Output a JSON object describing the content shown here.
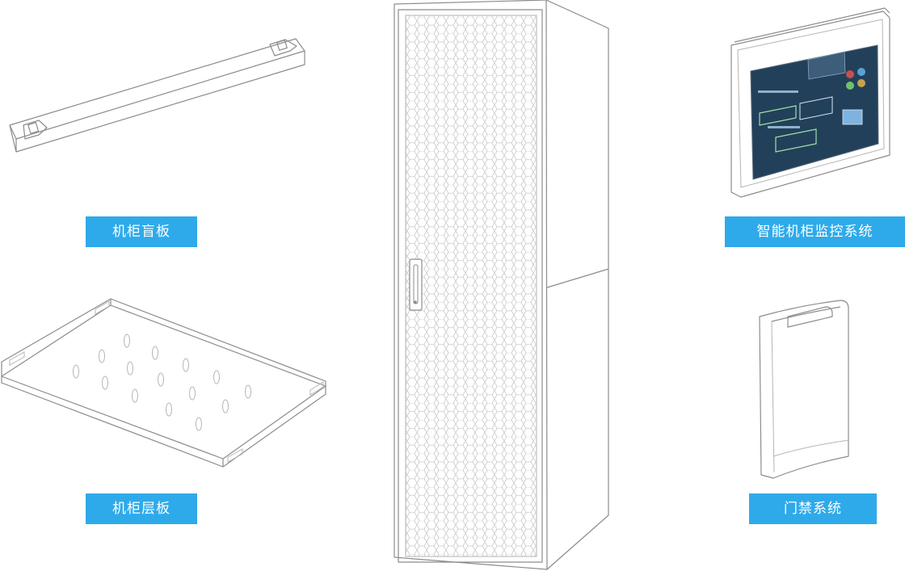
{
  "colors": {
    "accent": "#2eaaea",
    "line": "#8c8c8c",
    "screen": "#23405a"
  },
  "items": {
    "blank_panel": {
      "label": "机柜盲板",
      "icon": "blank-panel-icon"
    },
    "shelf": {
      "label": "机柜层板",
      "icon": "shelf-icon"
    },
    "cabinet": {
      "icon": "server-cabinet-icon"
    },
    "monitoring": {
      "label": "智能机柜监控系统",
      "icon": "touch-panel-icon"
    },
    "access_control": {
      "label": "门禁系统",
      "icon": "card-reader-icon"
    }
  }
}
